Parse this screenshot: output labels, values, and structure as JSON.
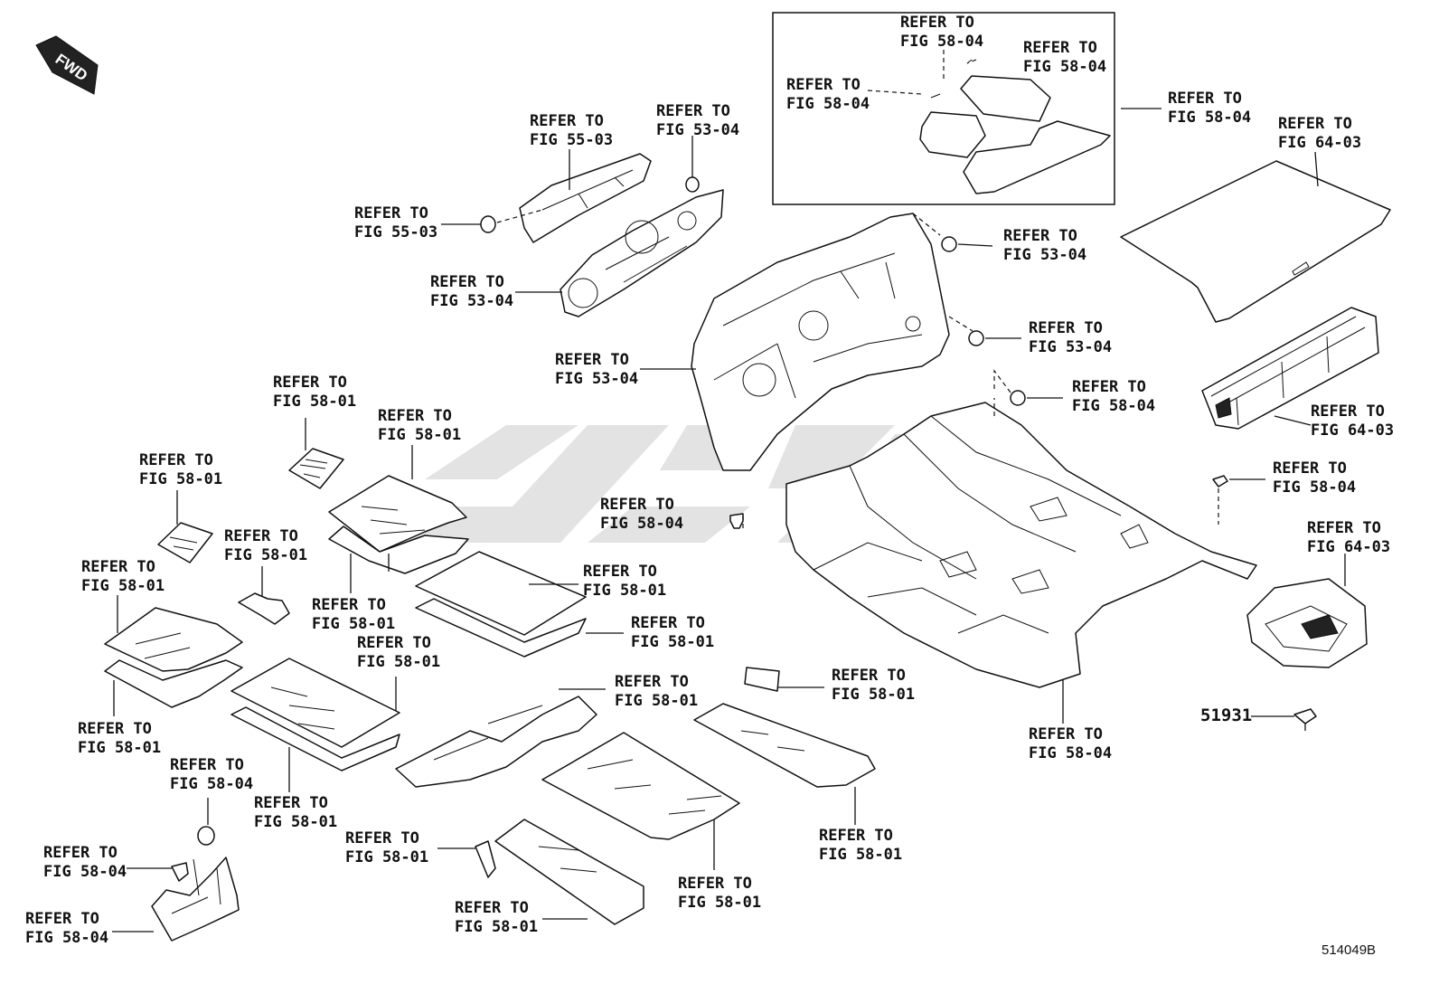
{
  "diagram": {
    "direction_marker": "FWD",
    "part_number": "51931",
    "code": "514049B",
    "callouts": [
      {
        "l1": "REFER TO",
        "l2": "FIG 58-04"
      },
      {
        "l1": "REFER TO",
        "l2": "FIG 58-04"
      },
      {
        "l1": "REFER TO",
        "l2": "FIG 58-04"
      },
      {
        "l1": "REFER TO",
        "l2": "FIG 58-04"
      },
      {
        "l1": "REFER TO",
        "l2": "FIG 64-03"
      },
      {
        "l1": "REFER TO",
        "l2": "FIG 55-03"
      },
      {
        "l1": "REFER TO",
        "l2": "FIG 53-04"
      },
      {
        "l1": "REFER TO",
        "l2": "FIG 55-03"
      },
      {
        "l1": "REFER TO",
        "l2": "FIG 53-04"
      },
      {
        "l1": "REFER TO",
        "l2": "FIG 53-04"
      },
      {
        "l1": "REFER TO",
        "l2": "FIG 53-04"
      },
      {
        "l1": "REFER TO",
        "l2": "FIG 53-04"
      },
      {
        "l1": "REFER TO",
        "l2": "FIG 58-04"
      },
      {
        "l1": "REFER TO",
        "l2": "FIG 64-03"
      },
      {
        "l1": "REFER TO",
        "l2": "FIG 58-04"
      },
      {
        "l1": "REFER TO",
        "l2": "FIG 64-03"
      },
      {
        "l1": "REFER TO",
        "l2": "FIG 58-01"
      },
      {
        "l1": "REFER TO",
        "l2": "FIG 58-01"
      },
      {
        "l1": "REFER TO",
        "l2": "FIG 58-01"
      },
      {
        "l1": "REFER TO",
        "l2": "FIG 58-01"
      },
      {
        "l1": "REFER TO",
        "l2": "FIG 58-01"
      },
      {
        "l1": "REFER TO",
        "l2": "FIG 58-04"
      },
      {
        "l1": "REFER TO",
        "l2": "FIG 58-01"
      },
      {
        "l1": "REFER TO",
        "l2": "FIG 58-01"
      },
      {
        "l1": "REFER TO",
        "l2": "FIG 58-01"
      },
      {
        "l1": "REFER TO",
        "l2": "FIG 58-01"
      },
      {
        "l1": "REFER TO",
        "l2": "FIG 58-01"
      },
      {
        "l1": "REFER TO",
        "l2": "FIG 58-01"
      },
      {
        "l1": "REFER TO",
        "l2": "FIG 58-04"
      },
      {
        "l1": "REFER TO",
        "l2": "FIG 58-04"
      },
      {
        "l1": "REFER TO",
        "l2": "FIG 58-01"
      },
      {
        "l1": "REFER TO",
        "l2": "FIG 58-04"
      },
      {
        "l1": "REFER TO",
        "l2": "FIG 58-01"
      },
      {
        "l1": "REFER TO",
        "l2": "FIG 58-04"
      },
      {
        "l1": "REFER TO",
        "l2": "FIG 58-01"
      },
      {
        "l1": "REFER TO",
        "l2": "FIG 58-01"
      },
      {
        "l1": "REFER TO",
        "l2": "FIG 58-01"
      }
    ]
  }
}
